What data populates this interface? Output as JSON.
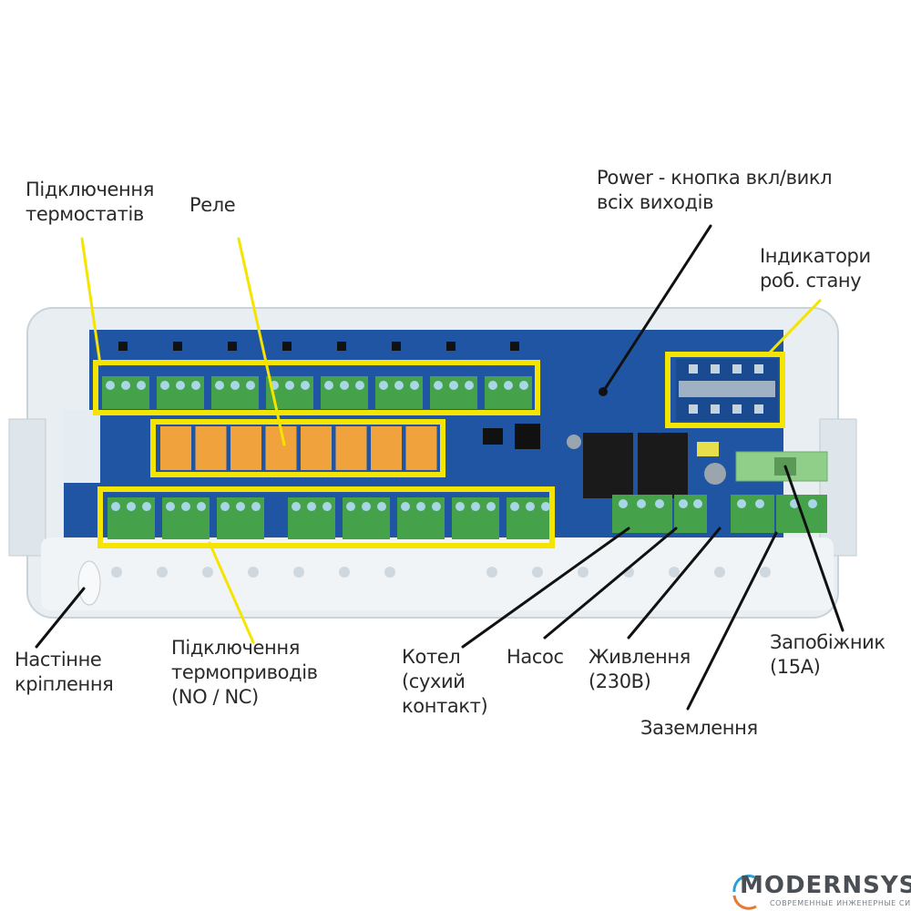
{
  "labels": {
    "thermostats": {
      "line1": "Підключення",
      "line2": "термостатів"
    },
    "relays": {
      "line1": "Реле"
    },
    "power": {
      "line1": "Power - кнопка вкл/викл",
      "line2": "всіх виходів"
    },
    "indicators": {
      "line1": "Індикатори",
      "line2": "роб. стану"
    },
    "wall_mount": {
      "line1": "Настінне",
      "line2": "кріплення"
    },
    "actuators": {
      "line1": "Підключення",
      "line2": "термоприводів",
      "line3": "(NO / NC)"
    },
    "boiler": {
      "line1": "Котел",
      "line2": "(сухий",
      "line3": "контакт)"
    },
    "pump": {
      "line1": "Насос"
    },
    "supply": {
      "line1": "Живлення",
      "line2": "(230В)"
    },
    "fuse": {
      "line1": "Запобіжник",
      "line2": "(15А)"
    },
    "ground": {
      "line1": "Заземлення"
    }
  },
  "board": {
    "thermostat_terminal_count": 8,
    "relay_count": 8,
    "actuator_terminal_count": 8
  },
  "colors": {
    "highlight": "#f5e400",
    "pcb": "#1d4f9a",
    "terminal": "#45a24a",
    "relay": "#f0a23c",
    "housing": "#e6edf2",
    "leader_dark": "#111111"
  },
  "logo": {
    "word": "ODERNSYS",
    "initial": "M",
    "tagline": "СОВРЕМЕННЫЕ ИНЖЕНЕРНЫЕ СИСТЕМЫ"
  }
}
